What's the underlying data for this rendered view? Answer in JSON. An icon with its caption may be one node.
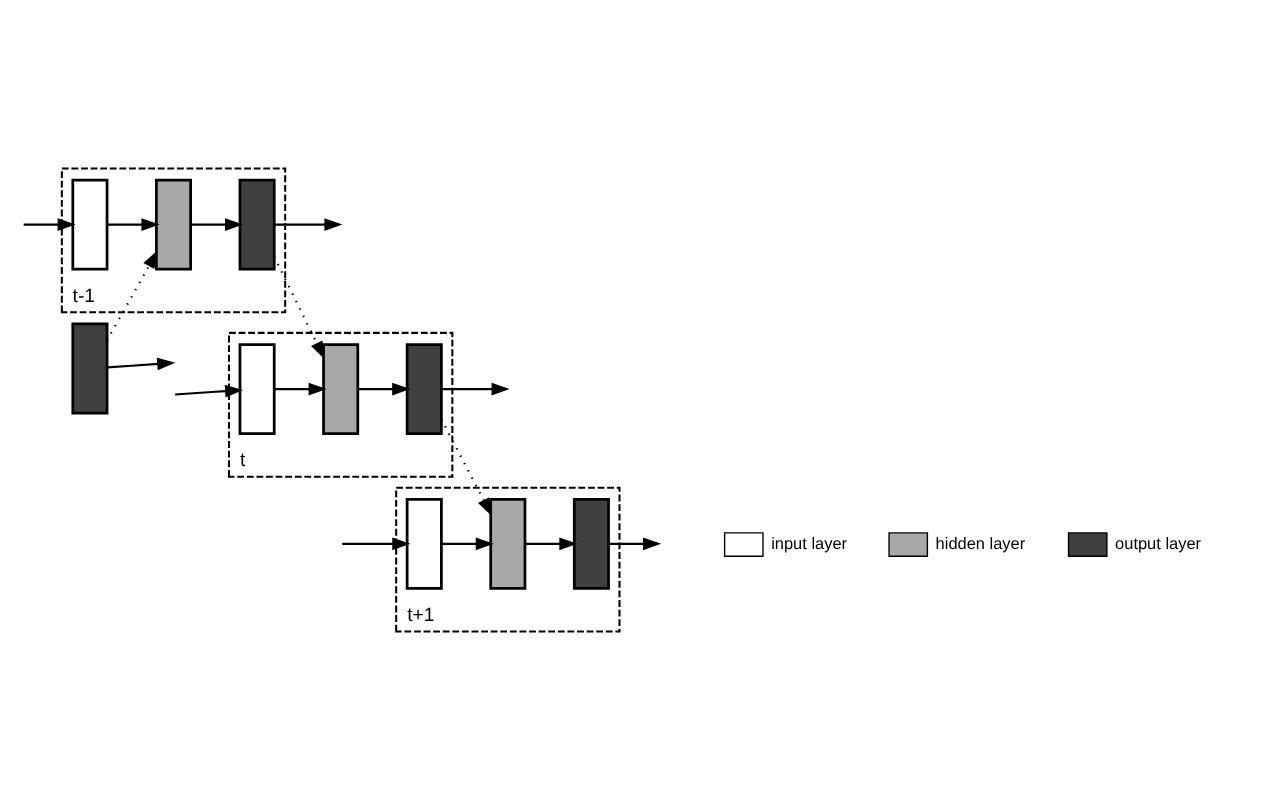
{
  "diagram": {
    "nodes": [
      {
        "text": [],
        "shape": "box"
      },
      {
        "text": [
          "t-1"
        ]
      },
      {
        "text": [],
        "shape": "box",
        "in": 1
      },
      {
        "text": [],
        "shape": "box",
        "in": 1
      },
      {
        "text": [],
        "shape": "box",
        "in": 1
      },
      {
        "text": [
          "t"
        ]
      },
      {
        "text": [],
        "shape": "box",
        "in": 5
      },
      {
        "text": [],
        "shape": "box",
        "in": 5
      },
      {
        "text": [],
        "shape": "box",
        "in": 5
      },
      {
        "text": [
          "t+1"
        ]
      },
      {
        "text": [],
        "shape": "box",
        "in": 9
      },
      {
        "text": [],
        "shape": "box",
        "in": 9
      },
      {
        "text": [],
        "shape": "box",
        "in": 9
      }
    ],
    "edges": [
      {
        "from": 0,
        "to": null,
        "arrow": "to"
      },
      {
        "from": 0,
        "to": 3,
        "arrow": "to",
        "style": "dashed"
      },
      {
        "from": null,
        "to": 2,
        "arrow": "to"
      },
      {
        "from": 2,
        "to": 3,
        "arrow": "to"
      },
      {
        "from": 3,
        "to": 4,
        "arrow": "to"
      },
      {
        "from": 4,
        "to": null,
        "arrow": "to"
      },
      {
        "from": 4,
        "to": 7,
        "arrow": "to",
        "style": "dashed"
      },
      {
        "from": null,
        "to": 6,
        "arrow": "to"
      },
      {
        "from": 6,
        "to": 7,
        "arrow": "to"
      },
      {
        "from": 7,
        "to": 8,
        "arrow": "to"
      },
      {
        "from": 8,
        "to": null,
        "arrow": "to"
      },
      {
        "from": 8,
        "to": 11,
        "arrow": "to",
        "style": "dashed"
      },
      {
        "from": null,
        "to": 10,
        "arrow": "to"
      },
      {
        "from": 10,
        "to": 11,
        "arrow": "to"
      },
      {
        "from": 11,
        "to": 12,
        "arrow": "to"
      },
      {
        "from": 12,
        "to": null,
        "arrow": "to"
      }
    ],
    "legend": [
      {
        "text": "input layer"
      },
      {
        "text": "hidden layer"
      },
      {
        "text": "output layer"
      }
    ]
  }
}
